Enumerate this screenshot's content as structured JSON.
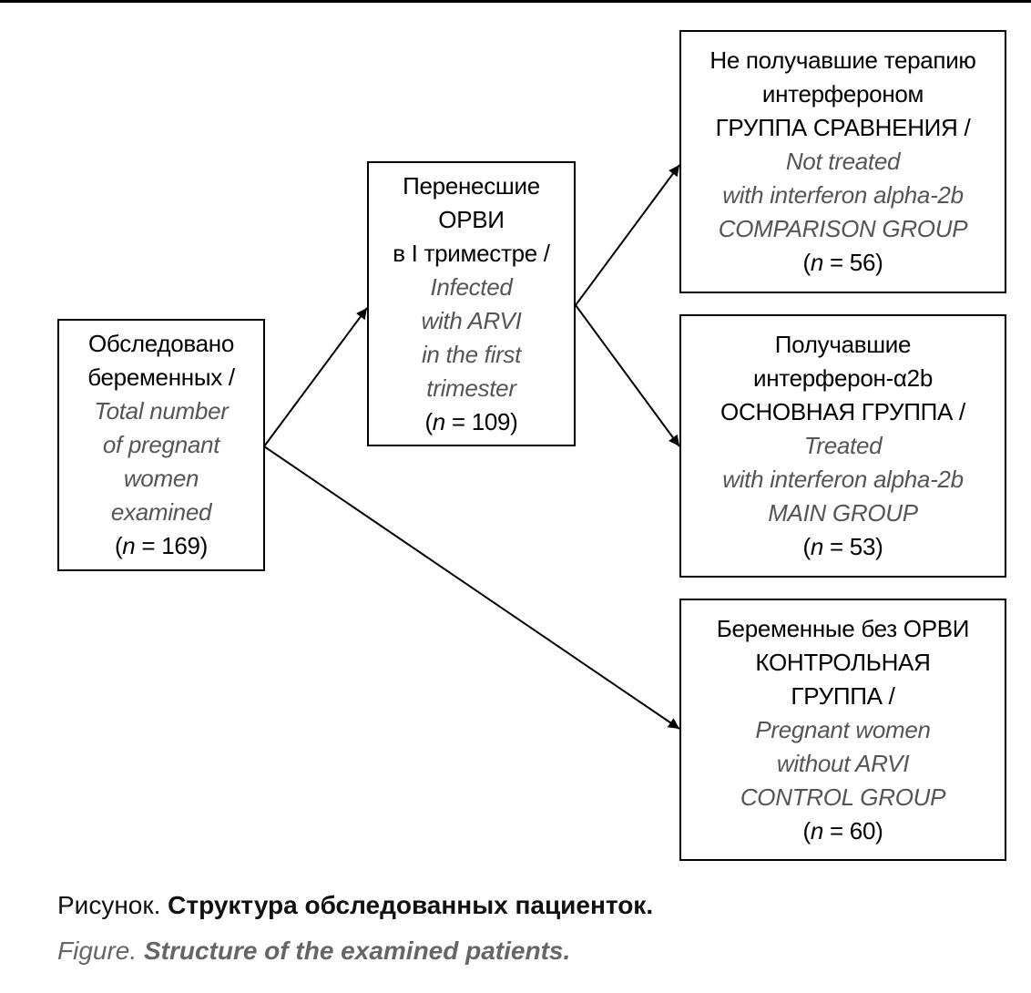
{
  "boxes": {
    "total": {
      "ru": [
        "Обследовано",
        "беременных /"
      ],
      "en": [
        "Total number",
        "of pregnant",
        "women",
        "examined"
      ],
      "n_label": "n",
      "n_value": " = 169)"
    },
    "arvi": {
      "ru": [
        "Перенесшие",
        "ОРВИ",
        "в I триместре /"
      ],
      "en": [
        "Infected",
        "with ARVI",
        "in the first",
        "trimester"
      ],
      "n_label": "n",
      "n_value": " = 109)"
    },
    "comparison": {
      "ru": [
        "Не получавшие терапию",
        "интерфероном",
        "ГРУППА СРАВНЕНИЯ /"
      ],
      "en": [
        "Not treated",
        "with interferon alpha-2b",
        "COMPARISON GROUP"
      ],
      "n_label": "n",
      "n_value": " = 56)"
    },
    "main": {
      "ru": [
        "Получавшие",
        "интерферон-α2b",
        "ОСНОВНАЯ ГРУППА /"
      ],
      "en": [
        "Treated",
        "with interferon alpha-2b",
        "MAIN GROUP"
      ],
      "n_label": "n",
      "n_value": " = 53)"
    },
    "control": {
      "ru": [
        "Беременные без ОРВИ",
        "КОНТРОЛЬНАЯ",
        "ГРУППА /"
      ],
      "en": [
        "Pregnant women",
        "without ARVI",
        "CONTROL GROUP"
      ],
      "n_label": "n",
      "n_value": " = 60)"
    }
  },
  "caption": {
    "ru_prefix": "Рисунок. ",
    "ru_title": "Структура обследованных пациенток.",
    "en_prefix": "Figure. ",
    "en_title": "Structure of the examined patients."
  }
}
